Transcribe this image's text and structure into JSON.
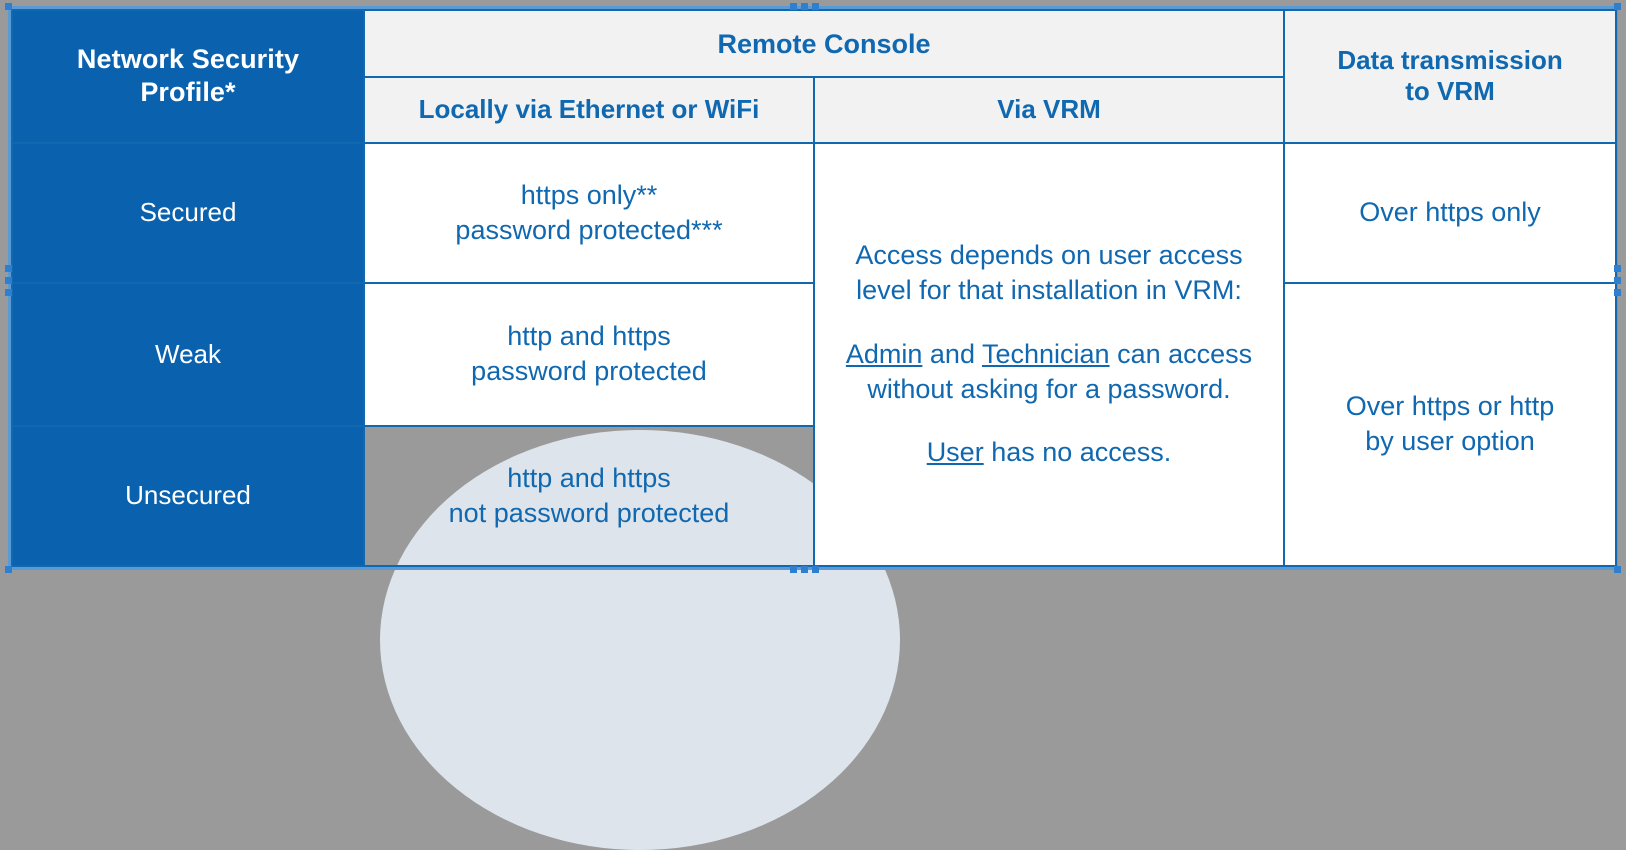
{
  "table": {
    "columns": {
      "profile_header": "Network Security Profile*",
      "profile_header_line1": "Network Security",
      "profile_header_line2": "Profile*",
      "remote_console": "Remote Console",
      "local": "Locally via Ethernet or WiFi",
      "via_vrm": "Via VRM",
      "data_transmission": "Data transmission to VRM",
      "data_transmission_line1": "Data transmission",
      "data_transmission_line2": "to VRM"
    },
    "rows": [
      {
        "profile": "Secured",
        "local_line1": "https only**",
        "local_line2": "password protected***",
        "data_transmission": "Over https only"
      },
      {
        "profile": "Weak",
        "local_line1": "http and https",
        "local_line2": "password protected",
        "data_transmission_line1": "Over https or http",
        "data_transmission_line2": "by user option"
      },
      {
        "profile": "Unsecured",
        "local_line1": "http and https",
        "local_line2": "not password protected",
        "data_transmission_line1": "Over https or http",
        "data_transmission_line2": "by user option"
      }
    ],
    "vrm_cell": {
      "para1_line1": "Access depends on user access",
      "para1_line2": "level for that installation in VRM:",
      "para2_admin": "Admin",
      "para2_mid": " and ",
      "para2_technician": "Technician",
      "para2_tail": " can access",
      "para2_line2": "without asking for a password.",
      "para3_user": "User",
      "para3_tail": " has no access."
    }
  },
  "colors": {
    "brand_blue": "#0a62ae",
    "text_blue": "#1068b0",
    "header_gray": "#f2f2f2",
    "selection_blue": "#5b9bd5",
    "canvas_gray": "#9a9a9a",
    "white": "#ffffff"
  }
}
